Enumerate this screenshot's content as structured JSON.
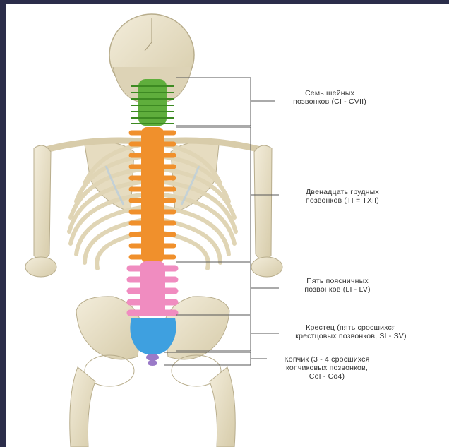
{
  "labels": {
    "cervical": [
      "Семь шейных",
      "позвонков (CI - CVII)"
    ],
    "thoracic": [
      "Двенадцать грудных",
      "позвонков (TI = TXII)"
    ],
    "lumbar": [
      "Пять поясничных",
      "позвонков (LI - LV)"
    ],
    "sacrum": [
      "Крестец (пять сросшихся",
      "крестцовых позвонков, SI - SV)"
    ],
    "coccyx": [
      "Копчик (3 - 4 сросшихся",
      "копчиковых позвонков,",
      "CoI - Co4)"
    ]
  },
  "colors": {
    "cervical": "#5fae3c",
    "thoracic": "#f0902c",
    "lumbar": "#f08cc0",
    "sacrum": "#3ea0e0",
    "coccyx": "#9a7ac8",
    "bone": "#e8e0c8",
    "bone_shadow": "#c9bd9c",
    "frame": "#2b2d4a"
  }
}
